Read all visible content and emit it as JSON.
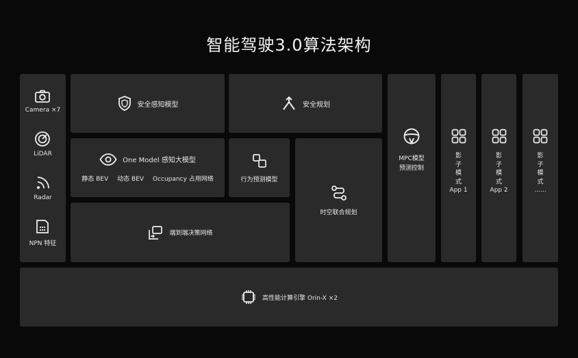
{
  "title": "智能驾驶3.0算法架构",
  "sensors": [
    {
      "label": "Camera ×7",
      "icon": "camera-icon"
    },
    {
      "label": "LiDAR",
      "icon": "lidar-icon"
    },
    {
      "label": "Radar",
      "icon": "radar-icon"
    },
    {
      "label": "NPN 特征",
      "icon": "npn-feature-icon"
    }
  ],
  "modules": {
    "safety_perception": "安全感知模型",
    "safety_planning": "安全规划",
    "one_model": "One Model 感知大模型",
    "static_bev": "静态 BEV",
    "dynamic_bev": "动态 BEV",
    "occupancy": "Occupancy 占用网络",
    "behavior_prediction": "行为预测模型",
    "spatiotemporal_planning": "时空联合规划",
    "end_to_end": "端到端决策网络",
    "mpc_line1": "MPC模型",
    "mpc_line2": "预测控制",
    "hardware": "高性能计算引擎 Orin-X ×2"
  },
  "shadow_modes": [
    {
      "chars": [
        "影",
        "子",
        "模",
        "式"
      ],
      "sub": "App 1"
    },
    {
      "chars": [
        "影",
        "子",
        "模",
        "式"
      ],
      "sub": "App 2"
    },
    {
      "chars": [
        "影",
        "子",
        "模",
        "式"
      ],
      "sub": "......"
    }
  ]
}
